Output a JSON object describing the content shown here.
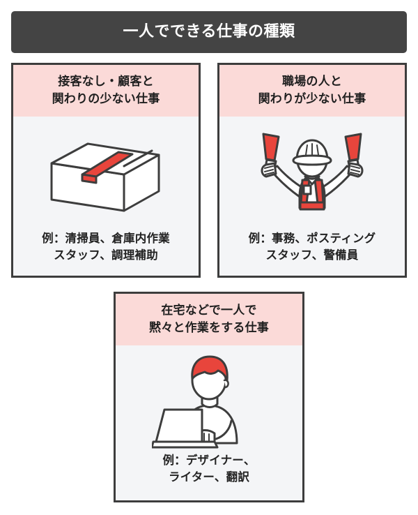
{
  "header": {
    "title": "一人でできる仕事の種類",
    "background_color": "#444444",
    "text_color": "#ffffff"
  },
  "theme": {
    "card_border_color": "#3d3d3d",
    "card_body_color": "#f4f5f7",
    "card_header_color": "#fbdad8",
    "accent_red": "#e8453c",
    "line_color": "#3d3d3d",
    "page_background": "#ffffff"
  },
  "cards": [
    {
      "id": "no-customer-contact",
      "header_line_1": "接客なし・顧客と",
      "header_line_2": "関わりの少ない仕事",
      "illustration": "cardboard-box-icon",
      "caption_line_1": "例：清掃員、倉庫内作業",
      "caption_line_2": "スタッフ、調理補助"
    },
    {
      "id": "few-coworker-contact",
      "header_line_1": "職場の人と",
      "header_line_2": "関わりが少ない仕事",
      "illustration": "traffic-guard-icon",
      "caption_line_1": "例：事務、ポスティング",
      "caption_line_2": "スタッフ、警備員"
    },
    {
      "id": "solo-remote-work",
      "header_line_1": "在宅などで一人で",
      "header_line_2": "黙々と作業をする仕事",
      "illustration": "laptop-worker-icon",
      "caption_line_1": "例：デザイナー、",
      "caption_line_2": "ライター、翻訳"
    }
  ]
}
